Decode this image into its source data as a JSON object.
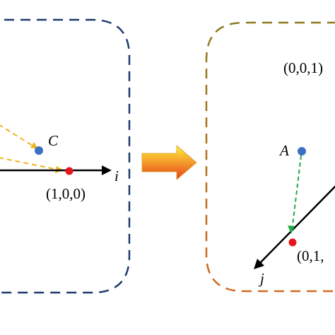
{
  "colors": {
    "panel_left_border": "#1f3a6b",
    "panel_right_border_top": "#8a7a1e",
    "panel_right_border_bottom": "#d2691e",
    "axis": "#000000",
    "point_red": "#e8141c",
    "point_blue": "#3b6fc4",
    "dashed_yellow": "#f0b41e",
    "dashed_green": "#22aa4a",
    "arrow_top": "#fff23a",
    "arrow_bottom": "#e8401c"
  },
  "left_panel": {
    "point_c_label": "C",
    "axis_i_label": "i",
    "point_100_label": "(1,0,0)"
  },
  "right_panel": {
    "point_001_label": "(0,0,1)",
    "point_a_label": "A",
    "point_010_label": "(0,1,",
    "axis_j_label": "j"
  }
}
